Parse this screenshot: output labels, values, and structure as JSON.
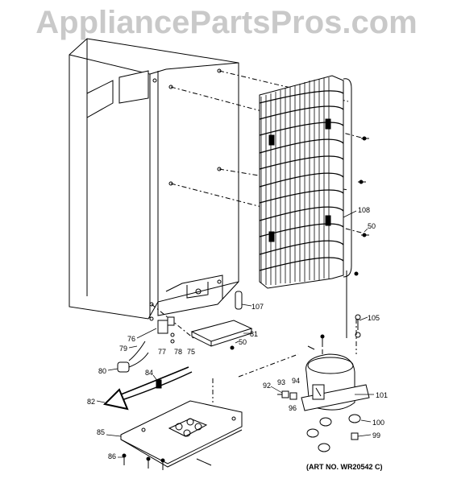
{
  "watermark": "AppliancePartsPros.com",
  "art_number": "(ART NO. WR20542 C)",
  "callouts": {
    "c108": "108",
    "c50a": "50",
    "c50b": "50",
    "c107": "107",
    "c105": "105",
    "c81": "81",
    "c76": "76",
    "c79": "79",
    "c77": "77",
    "c78": "78",
    "c75": "75",
    "c80": "80",
    "c84": "84",
    "c82": "82",
    "c92": "92",
    "c93": "93",
    "c94": "94",
    "c96": "96",
    "c101": "101",
    "c100": "100",
    "c99": "99",
    "c85": "85",
    "c86": "86"
  }
}
